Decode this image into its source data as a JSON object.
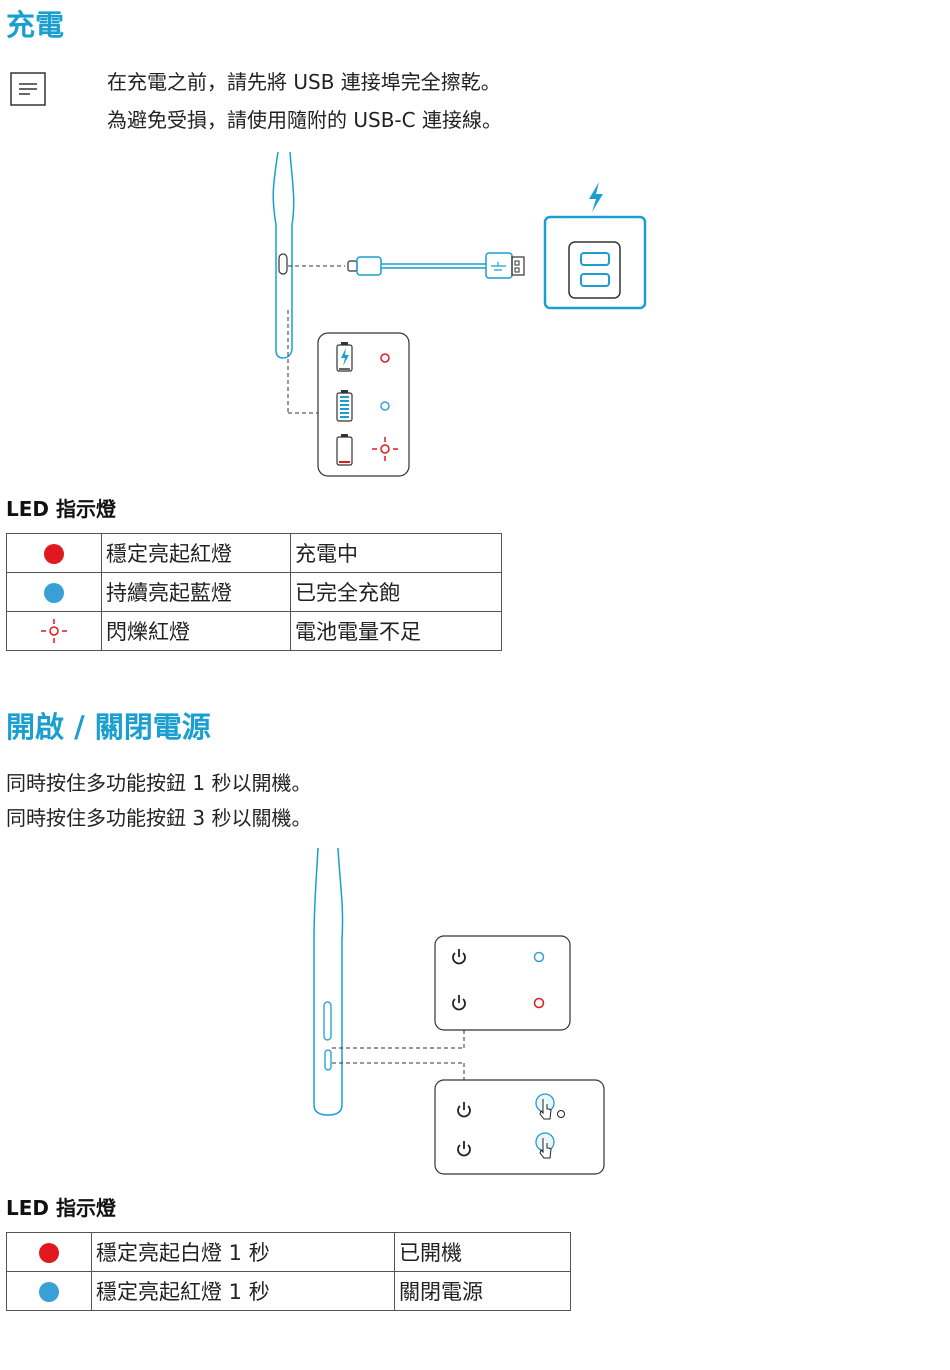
{
  "charging": {
    "title": "充電",
    "note_line1": "在充電之前，請先將 USB 連接埠完全擦乾。",
    "note_line2": "為避免受損，請使用隨附的 USB-C 連接線。",
    "led_title": "LED 指示燈",
    "rows": [
      {
        "indicator": "solid-red",
        "state": "穩定亮起紅燈",
        "meaning": "充電中"
      },
      {
        "indicator": "solid-blue",
        "state": "持續亮起藍燈",
        "meaning": "已完全充飽"
      },
      {
        "indicator": "flashing-red",
        "state": "閃爍紅燈",
        "meaning": "電池電量不足"
      }
    ]
  },
  "power": {
    "title": "開啟 / 關閉電源",
    "line1": "同時按住多功能按鈕 1 秒以開機。",
    "line2": "同時按住多功能按鈕 3 秒以關機。",
    "led_title": "LED 指示燈",
    "rows": [
      {
        "indicator": "solid-red",
        "state": "穩定亮起白燈 1 秒",
        "meaning": "已開機"
      },
      {
        "indicator": "solid-blue",
        "state": "穩定亮起紅燈 1 秒",
        "meaning": "關閉電源"
      }
    ]
  },
  "colors": {
    "accent": "#1a9fd0",
    "red": "#e0191f",
    "blue": "#3a9fd5"
  },
  "icons": [
    "note-icon",
    "lightning-icon",
    "usb-icon",
    "power-icon",
    "press-icon"
  ]
}
